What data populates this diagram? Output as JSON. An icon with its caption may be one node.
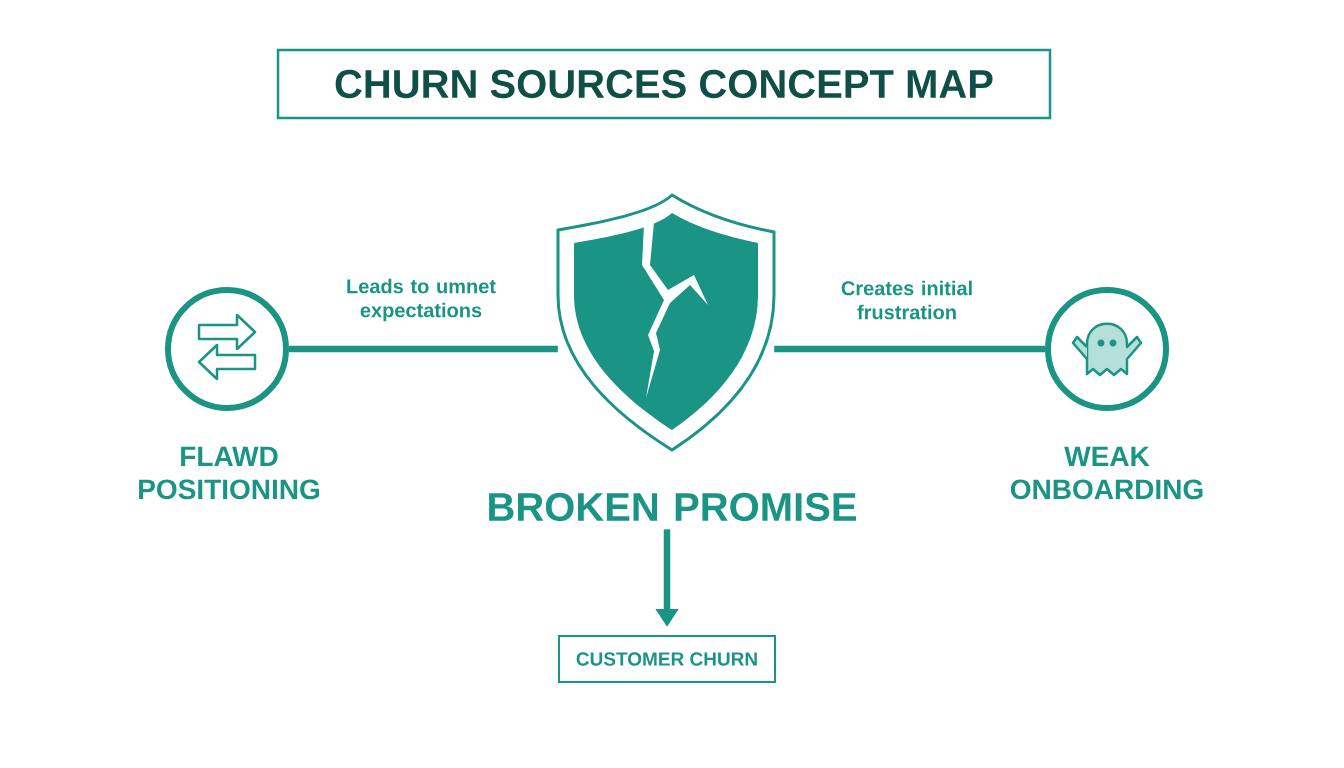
{
  "diagram": {
    "title": "CHURN SOURCES CONCEPT MAP",
    "nodes": [
      {
        "text": [
          "FLAWD POSITIONING"
        ]
      },
      {
        "text": [
          "BROKEN PROMISE"
        ]
      },
      {
        "text": [
          "WEAK ONBOARDING"
        ]
      },
      {
        "text": [
          "CUSTOMER CHURN"
        ]
      }
    ],
    "edges": [
      {
        "from": 0,
        "to": 1,
        "arrow": "none",
        "label": "Leads to umnet expectations"
      },
      {
        "from": 1,
        "to": 2,
        "arrow": "none",
        "label": "Creates initial frustration"
      },
      {
        "from": 1,
        "to": 3,
        "arrow": "to"
      }
    ]
  }
}
